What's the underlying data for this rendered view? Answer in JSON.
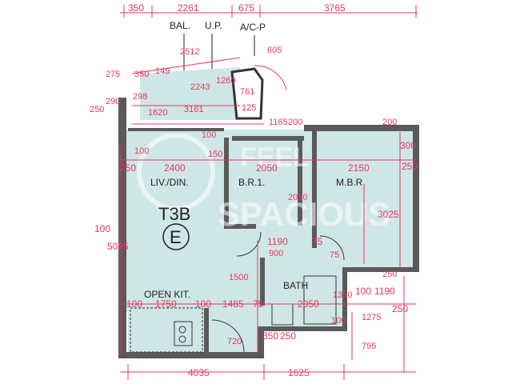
{
  "unit": {
    "type": "T3B",
    "flat": "E"
  },
  "rooms": {
    "living": "LIV./DIN.",
    "bedroom1": "B.R.1.",
    "master": "M.B.R.",
    "kitchen": "OPEN KIT.",
    "bath": "BATH"
  },
  "callouts": {
    "balcony": "BAL.",
    "utility": "U.P.",
    "ac": "A/C-P"
  },
  "watermark": {
    "line1": "FEEL",
    "line2": "SPACIOUS"
  },
  "dims": {
    "top": [
      "350",
      "2261",
      "675",
      "3765"
    ],
    "bottom": [
      "4035",
      "1625"
    ],
    "d2512": "2512",
    "d605": "605",
    "d275": "275",
    "d350": "350",
    "d149": "149",
    "d2243": "2243",
    "d1260": "1260",
    "d761": "761",
    "d125": "125",
    "d3161": "3161",
    "d1165": "1165",
    "d200a": "200",
    "d200b": "200",
    "d150": "150",
    "d100a": "100",
    "d100b": "100",
    "d250a": "250",
    "d290": "290",
    "d298": "298",
    "d1620": "1620",
    "d2400": "2400",
    "d2050": "2050",
    "d2150": "2150",
    "d300": "300",
    "d250b": "250",
    "d3025": "3025",
    "d2050v": "2050",
    "d100c": "100",
    "d5095": "5095",
    "d1190a": "1190",
    "d75a": "75",
    "d900": "900",
    "d75b": "75",
    "d1500": "1500",
    "d1750": "1750",
    "d100d": "100",
    "d1485": "1485",
    "d75c": "75",
    "d2050b": "2050",
    "d100e": "100",
    "d1350": "1350",
    "d250c": "250",
    "d100f": "100",
    "d1190b": "1190",
    "d1275": "1275",
    "d250d": "250",
    "d720": "720",
    "d350b": "350",
    "d250e": "250",
    "d795": "795",
    "d100g": "100",
    "d250f": "250"
  }
}
